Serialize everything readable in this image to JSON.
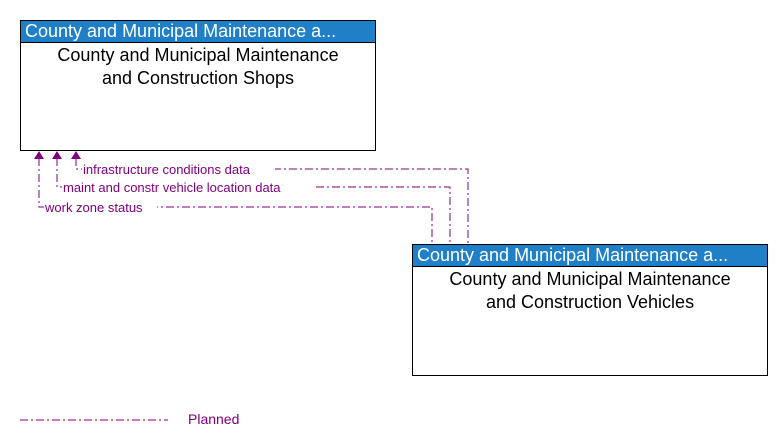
{
  "shops": {
    "header": "County and Municipal Maintenance a...",
    "line1": "County and Municipal Maintenance",
    "line2": "and Construction Shops"
  },
  "vehicles": {
    "header": "County and Municipal Maintenance a...",
    "line1": "County and Municipal Maintenance",
    "line2": "and Construction Vehicles"
  },
  "flows": [
    {
      "label": "infrastructure conditions data"
    },
    {
      "label": "maint and constr vehicle location data"
    },
    {
      "label": "work zone status"
    }
  ],
  "legend": {
    "planned_label": "Planned"
  },
  "colors": {
    "header_bg": "#1f7fc7",
    "flow": "#800080"
  }
}
